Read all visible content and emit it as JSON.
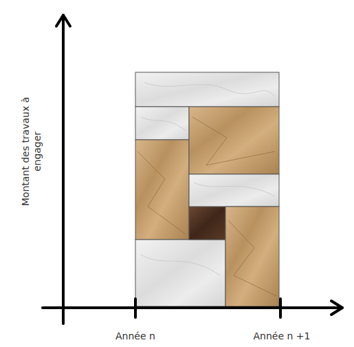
{
  "diagram": {
    "labels": [
      "Montant des travaux à engager",
      "Année n",
      "Année n +1"
    ]
  }
}
